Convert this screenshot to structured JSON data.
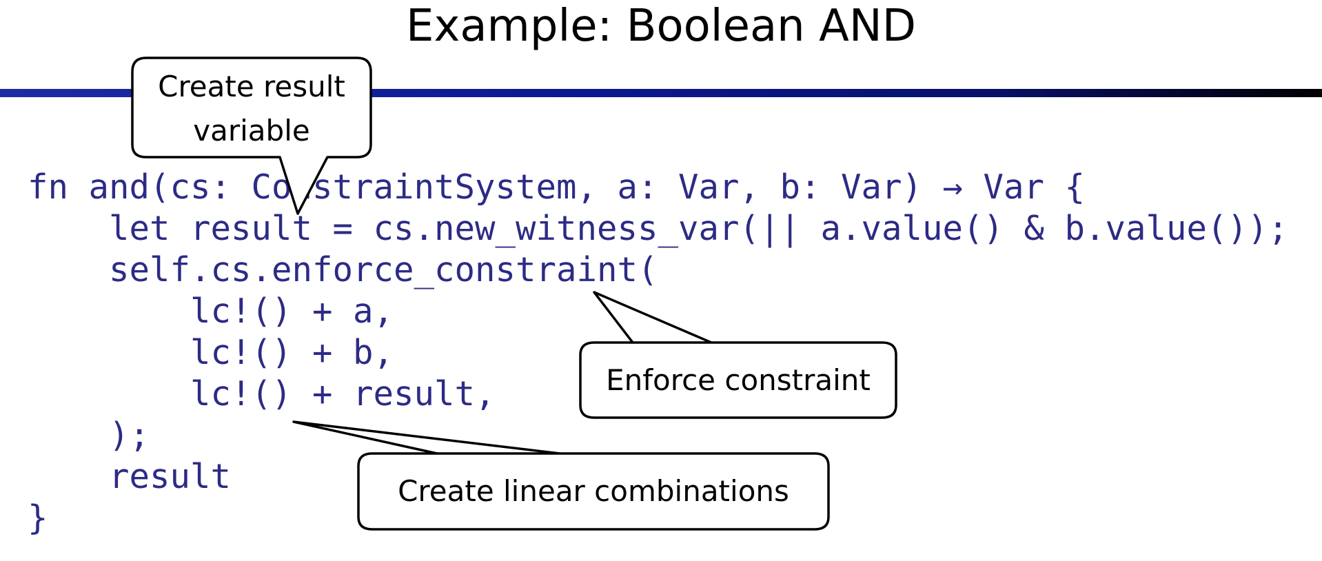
{
  "title": "Example: Boolean AND",
  "code": [
    "fn and(cs: ConstraintSystem, a: Var, b: Var) → Var {",
    "    let result = cs.new_witness_var(|| a.value() & b.value());",
    "    self.cs.enforce_constraint(",
    "        lc!() + a,",
    "        lc!() + b,",
    "        lc!() + result,",
    "    );",
    "    result",
    "}"
  ],
  "callouts": {
    "result_var": {
      "line1": "Create result",
      "line2": "variable"
    },
    "enforce": {
      "text": "Enforce constraint"
    },
    "linear": {
      "text": "Create linear combinations"
    }
  },
  "colors": {
    "code_text": "#2c2b85",
    "title_text": "#000000",
    "rule_start": "#1c2ca3",
    "rule_end": "#000000",
    "callout_border": "#000000",
    "callout_fill": "#ffffff"
  }
}
